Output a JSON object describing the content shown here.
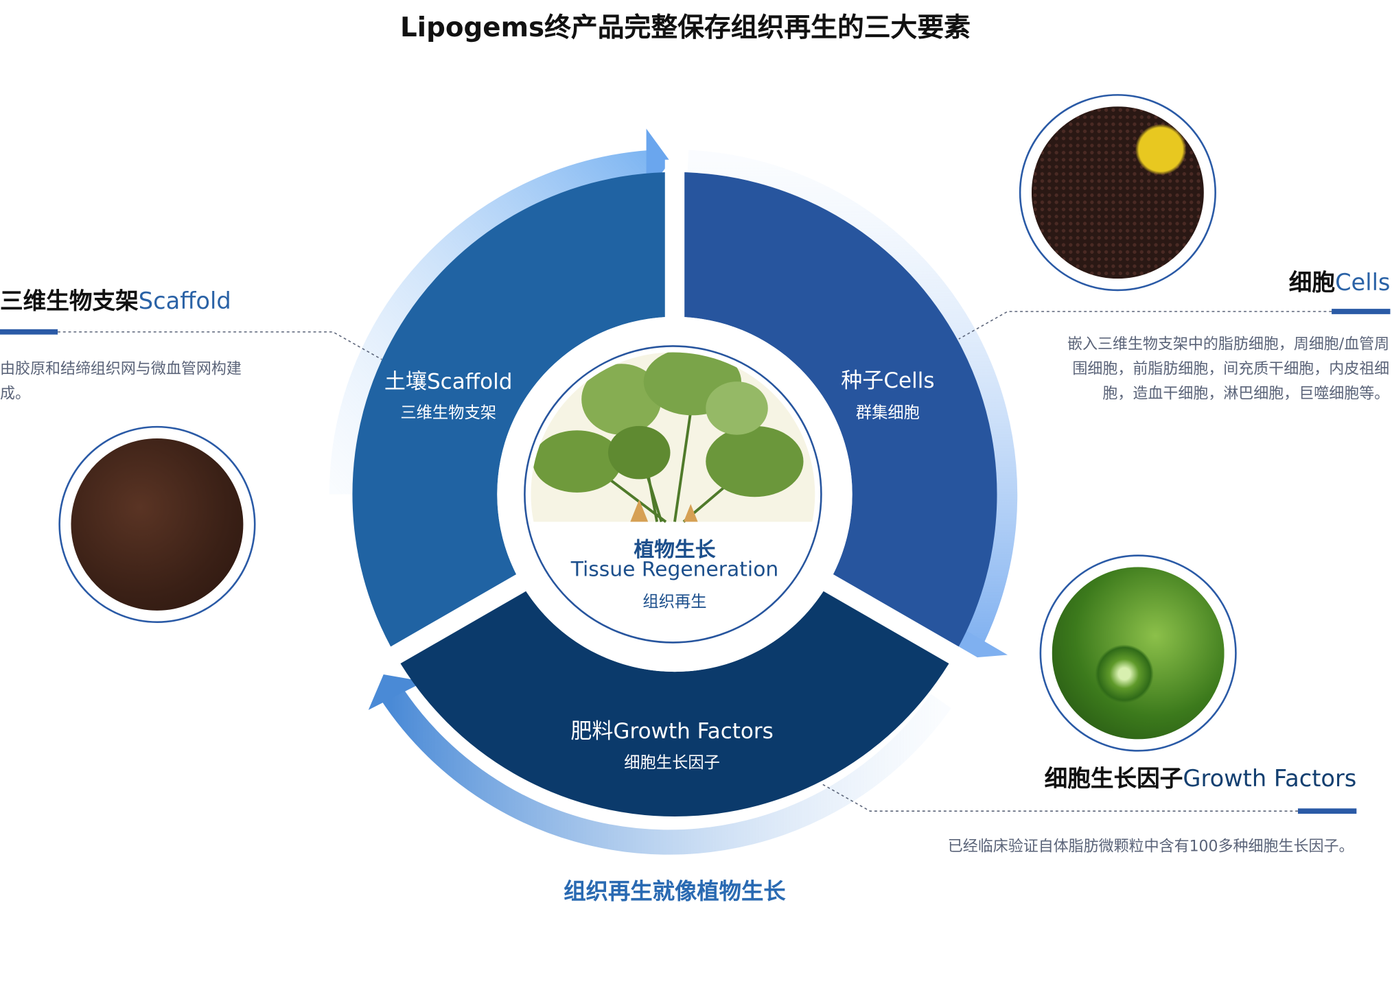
{
  "title": "Lipogems终产品完整保存组织再生的三大要素",
  "scaffold": {
    "heading_cn": "三维生物支架",
    "heading_en": "Scaffold",
    "description": "由胶原和结缔组织网与微血管网构建成。"
  },
  "cells": {
    "heading_cn": "细胞",
    "heading_en": "Cells",
    "description_lines": [
      "嵌入三维生物支架中的脂肪细胞，周细胞/血管周",
      "围细胞，前脂肪细胞，间充质干细胞，内皮祖细",
      "胞，造血干细胞，淋巴细胞，巨噬细胞等。"
    ]
  },
  "growth": {
    "heading_cn": "细胞生长因子",
    "heading_en": "Growth Factors",
    "description": "已经临床验证自体脂肪微颗粒中含有100多种细胞生长因子。"
  },
  "segments": {
    "soil": {
      "title": "土壤Scaffold",
      "subtitle": "三维生物支架",
      "color": "#2063a3"
    },
    "seed": {
      "title": "种子Cells",
      "subtitle": "群集细胞",
      "color": "#27559e"
    },
    "fertilizer": {
      "title": "肥料Growth Factors",
      "subtitle": "细胞生长因子",
      "color": "#0b3a6b"
    }
  },
  "center": {
    "title_cn": "植物生长",
    "title_en": "Tissue Regeneration",
    "subtitle": "组织再生"
  },
  "caption": "组织再生就像植物生长"
}
